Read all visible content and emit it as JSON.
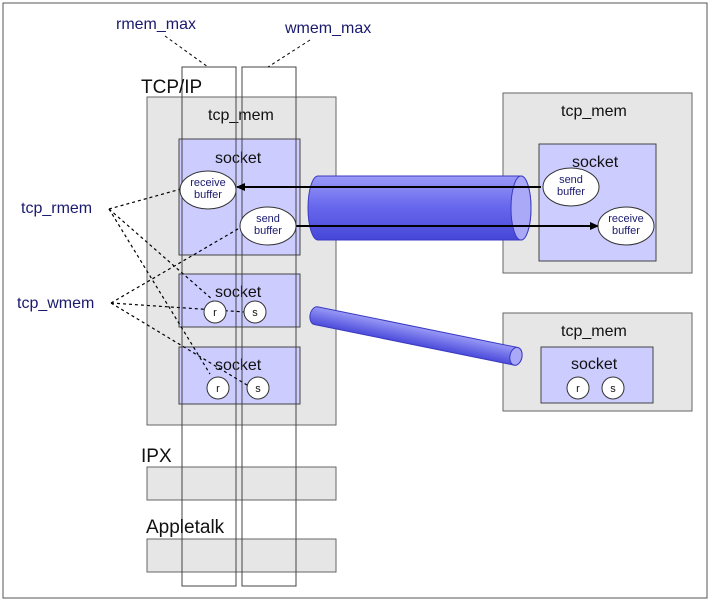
{
  "labels": {
    "rmem_max": "rmem_max",
    "wmem_max": "wmem_max",
    "tcp_ip": "TCP/IP",
    "tcp_rmem": "tcp_rmem",
    "tcp_wmem": "tcp_wmem",
    "ipx": "IPX",
    "appletalk": "Appletalk"
  },
  "left_host": {
    "tcp_mem": "tcp_mem",
    "sockets": [
      {
        "title": "socket",
        "receive": "receive\nbuffer",
        "send": "send\nbuffer"
      },
      {
        "title": "socket",
        "r": "r",
        "s": "s"
      },
      {
        "title": "socket",
        "r": "r",
        "s": "s"
      }
    ]
  },
  "right_host_top": {
    "tcp_mem": "tcp_mem",
    "socket": {
      "title": "socket",
      "send": "send\nbuffer",
      "receive": "receive\nbuffer"
    }
  },
  "right_host_bottom": {
    "tcp_mem": "tcp_mem",
    "socket": {
      "title": "socket",
      "r": "r",
      "s": "s"
    }
  },
  "colors": {
    "panel_gray": "#e6e6e6",
    "socket_fill": "#ccccff",
    "pipe_blue": "#6666ee",
    "label_dark": "#1a1a6e"
  }
}
